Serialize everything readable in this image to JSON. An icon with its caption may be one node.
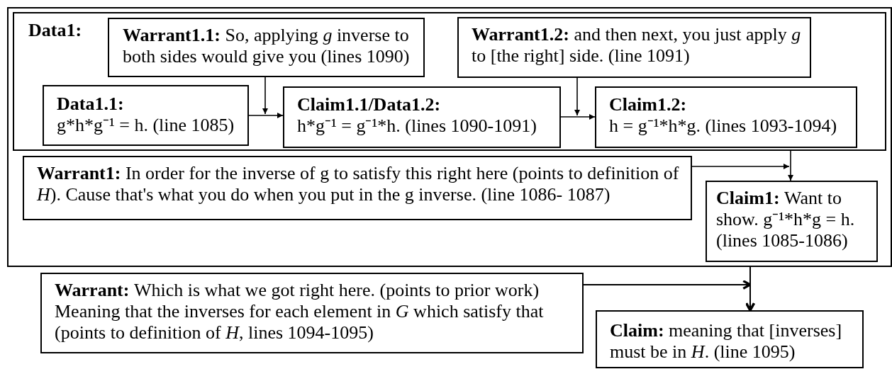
{
  "diagram": {
    "nodes": [
      {
        "text": [],
        "shape": "box"
      },
      {
        "text": [
          "Data1:"
        ],
        "in": 0
      },
      {
        "text": [
          "Warrant1.1:",
          "So, applying *g* inverse to both sides would give you (lines 1090)"
        ],
        "in": 1
      },
      {
        "text": [
          "Warrant1.2:",
          "and then next, you just apply *g* to [the right] side. (line 1091)"
        ],
        "in": 1
      },
      {
        "text": [
          "Data1.1:",
          "g*h*g⁻¹ = h. (line 1085)"
        ],
        "in": 1
      },
      {
        "text": [
          "Claim1.1/Data1.2:",
          "h*g⁻¹ = g⁻¹*h. (lines 1090-1091)"
        ],
        "in": 1
      },
      {
        "text": [
          "Claim1.2:",
          "h = g⁻¹*h*g. (lines 1093-1094)"
        ],
        "in": 1
      },
      {
        "text": [
          "Warrant1:",
          "In order for the inverse of g to satisfy this right here (points to definition of *H*). Cause that's what you do when you put in the g inverse. (line 1086- 1087)"
        ],
        "in": 0
      },
      {
        "text": [
          "Claim1:",
          "Want to show. g⁻¹*h*g = h. (lines 1085-1086)"
        ],
        "in": 0
      },
      {
        "text": [
          "Warrant:",
          "Which is what we got right here. (points to prior work) Meaning that the inverses for each element in *G* which satisfy that (points to definition of *H*, lines 1094-1095)"
        ]
      },
      {
        "text": [
          "Claim:",
          "meaning that [inverses] must be in *H*. (line 1095)"
        ]
      }
    ],
    "edges": [
      {
        "from": 4,
        "to": 5,
        "arrow": "to"
      },
      {
        "from": 2,
        "to": 5,
        "arrow": "to"
      },
      {
        "from": 5,
        "to": 6,
        "arrow": "to"
      },
      {
        "from": 3,
        "to": 6,
        "arrow": "to"
      },
      {
        "from": 1,
        "to": 8,
        "arrow": "to"
      },
      {
        "from": 7,
        "to": 8,
        "arrow": "to"
      },
      {
        "from": 0,
        "to": 10,
        "arrow": "to"
      },
      {
        "from": 9,
        "to": 10,
        "arrow": "to"
      }
    ]
  }
}
